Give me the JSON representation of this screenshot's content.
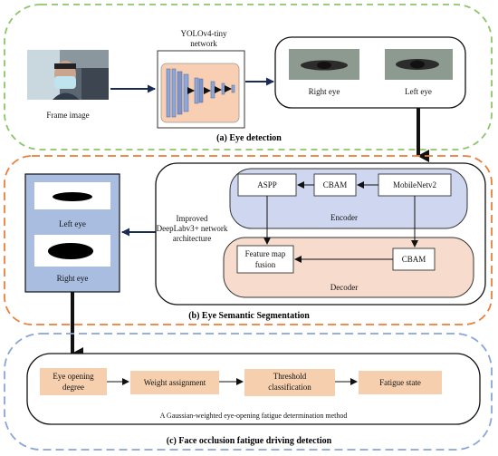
{
  "sections": {
    "eye_detection": {
      "title": "(a) Eye detection",
      "frame_label": "Frame image",
      "network_label_line1": "YOLOv4-tiny",
      "network_label_line2": "network",
      "right_eye_label": "Right eye",
      "left_eye_label": "Left eye"
    },
    "segmentation": {
      "title": "(b) Eye Semantic Segmentation",
      "left_eye_label": "Left eye",
      "right_eye_label": "Right eye",
      "arch_line1": "Improved",
      "arch_line2": "DeepLabv3+ network",
      "arch_line3": "architecture",
      "encoder_label": "Encoder",
      "decoder_label": "Decoder",
      "aspp": "ASPP",
      "cbam_encoder": "CBAM",
      "mobilenet": "MobileNetv2",
      "fusion_line1": "Feature map",
      "fusion_line2": "fusion",
      "cbam_decoder": "CBAM"
    },
    "fatigue": {
      "title": "(c) Face occlusion fatigue driving detection",
      "step1_line1": "Eye opening",
      "step1_line2": "degree",
      "step2": "Weight assignment",
      "step3_line1": "Threshold",
      "step3_line2": "classification",
      "step4": "Fatigue state",
      "method_label": "A Gaussian-weighted eye-opening fatigue determination method"
    }
  },
  "colors": {
    "green_dash": "#8cc56a",
    "orange_dash": "#ea7f3a",
    "blue_dash": "#8aa6d8",
    "encoder_fill": "#cfd6ef",
    "decoder_fill": "#f7dccd",
    "step_fill": "#f6cfae",
    "result_panel_fill": "#a9bde0",
    "network_fill": "#f8cfb3"
  }
}
